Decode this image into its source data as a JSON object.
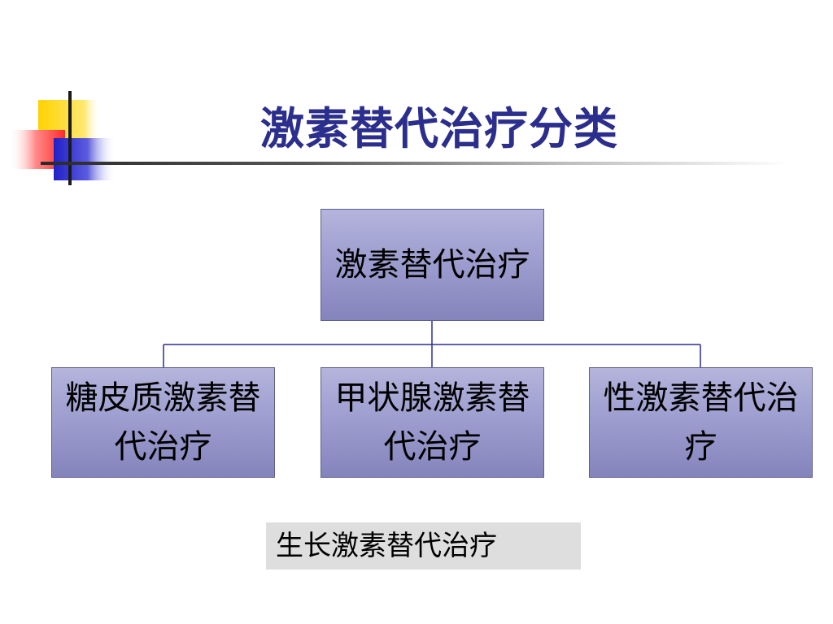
{
  "title": "激素替代治疗分类",
  "colors": {
    "title": "#2b2e8c",
    "node_fill_top": "#b4b4dc",
    "node_fill_bottom": "#8484bc",
    "connector": "#2b2e8c",
    "note_fill": "#dedede",
    "logo_yellow": "#ffd200",
    "logo_red": "#ff3b3b",
    "logo_blue": "#2424c8"
  },
  "diagram": {
    "root": {
      "label": "激素替代治疗"
    },
    "children": [
      {
        "label": "糖皮质激素替代治疗"
      },
      {
        "label": "甲状腺激素替代治疗"
      },
      {
        "label": "性激素替代治疗"
      }
    ]
  },
  "note": {
    "label": "生长激素替代治疗"
  }
}
